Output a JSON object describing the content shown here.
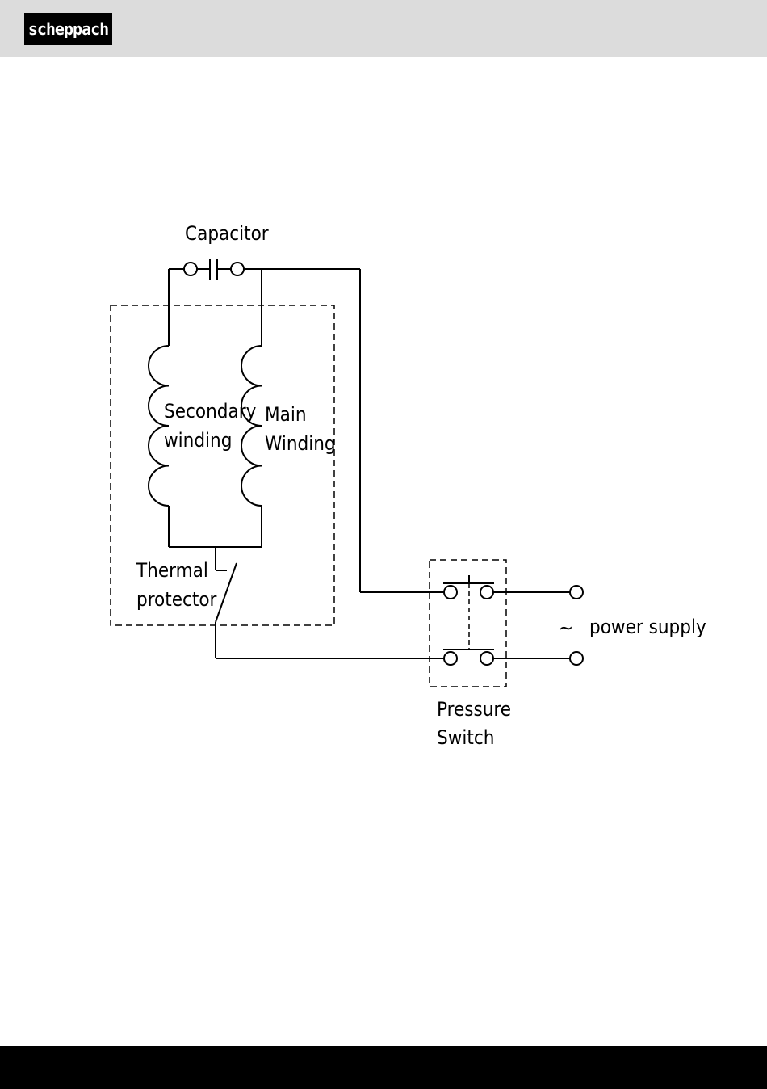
{
  "header": {
    "logo_text": "scheppach"
  },
  "diagram": {
    "capacitor_label": "Capacitor",
    "secondary_winding": [
      "Secondary",
      "winding"
    ],
    "main_winding": [
      "Main",
      "Winding"
    ],
    "thermal_protector": [
      "Thermal",
      "protector"
    ],
    "pressure_switch": [
      "Pressure",
      "Switch"
    ],
    "power_supply_symbol": "∼",
    "power_supply_label": "power supply"
  }
}
